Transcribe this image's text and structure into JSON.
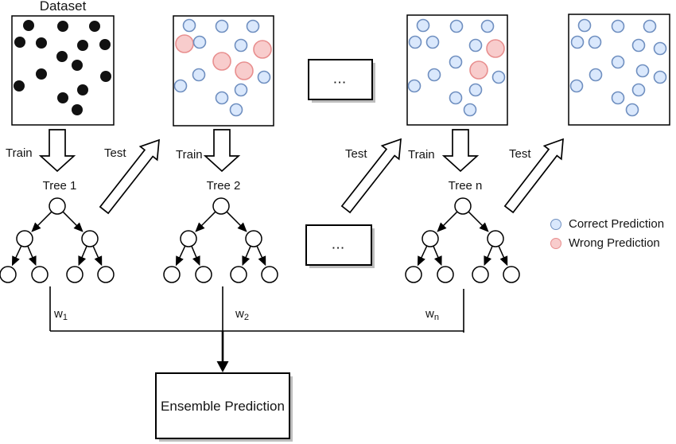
{
  "labels": {
    "dataset": "Dataset",
    "train": "Train",
    "test": "Test",
    "ellipsis": "...",
    "ensemble": "Ensemble Prediction"
  },
  "trees": [
    {
      "label": "Tree 1"
    },
    {
      "label": "Tree 2"
    },
    {
      "label": "Tree n"
    }
  ],
  "weights": [
    {
      "base": "w",
      "sub": "1"
    },
    {
      "base": "w",
      "sub": "2"
    },
    {
      "base": "w",
      "sub": "n"
    }
  ],
  "legend": [
    {
      "kind": "correct",
      "label": "Correct Prediction"
    },
    {
      "kind": "wrong",
      "label": "Wrong Prediction"
    }
  ],
  "colors": {
    "ink": "#000000",
    "blue_fill": "#dae8fc",
    "blue_stroke": "#6f8fc0",
    "pink_fill": "#f8cccc",
    "pink_stroke": "#e88e8e",
    "dot_black": "#111111",
    "shadow": "#bdbdbd"
  },
  "dataset_boxes": [
    {
      "name": "dataset-original",
      "dots": [
        [
          36,
          32,
          "b"
        ],
        [
          79,
          33,
          "b"
        ],
        [
          119,
          33,
          "b"
        ],
        [
          25,
          53,
          "b"
        ],
        [
          52,
          54,
          "b"
        ],
        [
          104,
          57,
          "b"
        ],
        [
          132,
          56,
          "b"
        ],
        [
          78,
          71,
          "b"
        ],
        [
          97,
          82,
          "b"
        ],
        [
          52,
          93,
          "b"
        ],
        [
          133,
          96,
          "b"
        ],
        [
          24,
          108,
          "b"
        ],
        [
          104,
          113,
          "b"
        ],
        [
          79,
          123,
          "b"
        ],
        [
          97,
          138,
          "b"
        ]
      ]
    },
    {
      "name": "dataset-round-2",
      "dots": [
        [
          238,
          32,
          "c"
        ],
        [
          279,
          33,
          "c"
        ],
        [
          318,
          33,
          "c"
        ],
        [
          232,
          55,
          "w"
        ],
        [
          251,
          53,
          "c"
        ],
        [
          303,
          57,
          "c"
        ],
        [
          330,
          62,
          "w"
        ],
        [
          279,
          77,
          "w"
        ],
        [
          307,
          89,
          "w"
        ],
        [
          250,
          94,
          "c"
        ],
        [
          332,
          97,
          "c"
        ],
        [
          227,
          108,
          "c"
        ],
        [
          303,
          113,
          "c"
        ],
        [
          279,
          123,
          "c"
        ],
        [
          297,
          138,
          "c"
        ]
      ]
    },
    {
      "name": "dataset-round-n",
      "dots": [
        [
          532,
          32,
          "c"
        ],
        [
          574,
          33,
          "c"
        ],
        [
          613,
          33,
          "c"
        ],
        [
          522,
          53,
          "c"
        ],
        [
          544,
          53,
          "c"
        ],
        [
          598,
          57,
          "c"
        ],
        [
          623,
          61,
          "w"
        ],
        [
          573,
          78,
          "c"
        ],
        [
          602,
          88,
          "w"
        ],
        [
          546,
          94,
          "c"
        ],
        [
          627,
          97,
          "c"
        ],
        [
          521,
          108,
          "c"
        ],
        [
          598,
          113,
          "c"
        ],
        [
          573,
          123,
          "c"
        ],
        [
          591,
          138,
          "c"
        ]
      ]
    },
    {
      "name": "dataset-final",
      "dots": [
        [
          735,
          32,
          "c"
        ],
        [
          777,
          33,
          "c"
        ],
        [
          817,
          33,
          "c"
        ],
        [
          726,
          53,
          "c"
        ],
        [
          748,
          53,
          "c"
        ],
        [
          803,
          57,
          "c"
        ],
        [
          830,
          61,
          "c"
        ],
        [
          777,
          78,
          "c"
        ],
        [
          749,
          94,
          "c"
        ],
        [
          808,
          89,
          "c"
        ],
        [
          830,
          97,
          "c"
        ],
        [
          725,
          108,
          "c"
        ],
        [
          803,
          113,
          "c"
        ],
        [
          777,
          123,
          "c"
        ],
        [
          795,
          138,
          "c"
        ]
      ]
    }
  ]
}
